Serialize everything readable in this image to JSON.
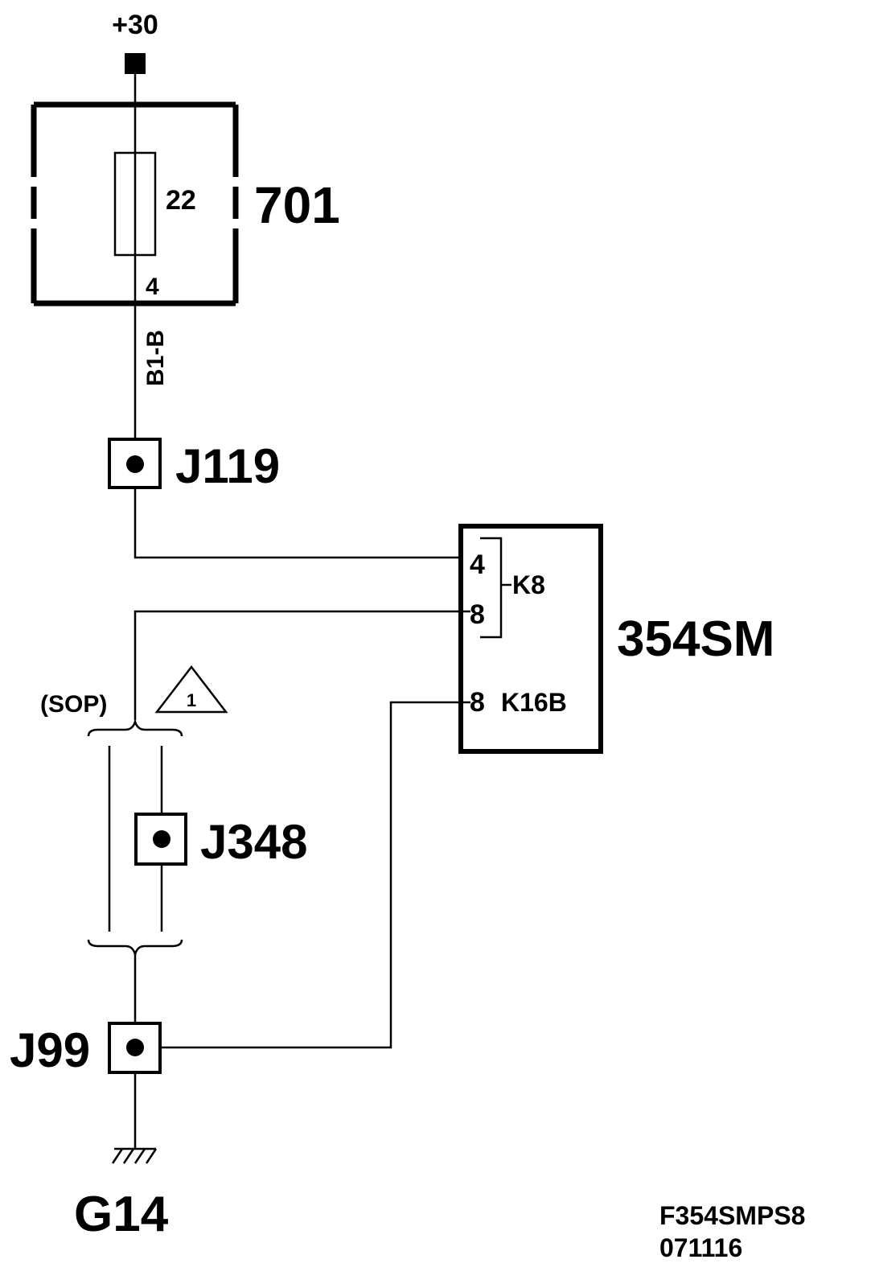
{
  "supply": {
    "label": "+30"
  },
  "fuse_box": {
    "id": "701",
    "fuse": {
      "rating": "22",
      "pin": "4"
    }
  },
  "wire_code": "B1-B",
  "junctions": {
    "j119": "J119",
    "j348": "J348",
    "j99": "J99"
  },
  "module": {
    "id": "354SM",
    "connector_k8": {
      "name": "K8",
      "pin_a": "4",
      "pin_b": "8"
    },
    "connector_k16b": {
      "name": "K16B",
      "pin": "8"
    }
  },
  "variant": {
    "label": "(SOP)",
    "note_number": "1"
  },
  "ground": {
    "label": "G14"
  },
  "drawing_ref": {
    "code": "F354SMPS8",
    "date": "071116"
  }
}
